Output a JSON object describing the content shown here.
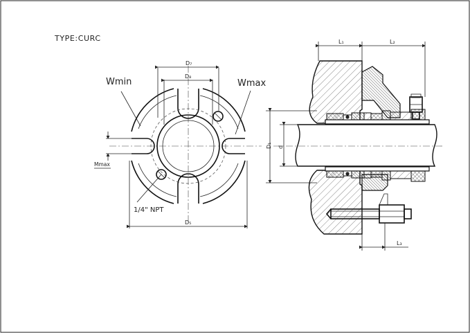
{
  "type_label": "TYPE:CURC",
  "front_view": {
    "wmin_label": "Wmin",
    "wmax_label": "Wmax",
    "d7_label": "D₇",
    "d8_label": "D₈",
    "d5_label": "D₅",
    "mmax_label": "Mmax",
    "npt_label": "1/4\" NPT"
  },
  "section_view": {
    "l1_label": "L₁",
    "l2_label": "L₂",
    "l3_label": "L₃",
    "d1_label": "D₁",
    "d_label": "d"
  }
}
